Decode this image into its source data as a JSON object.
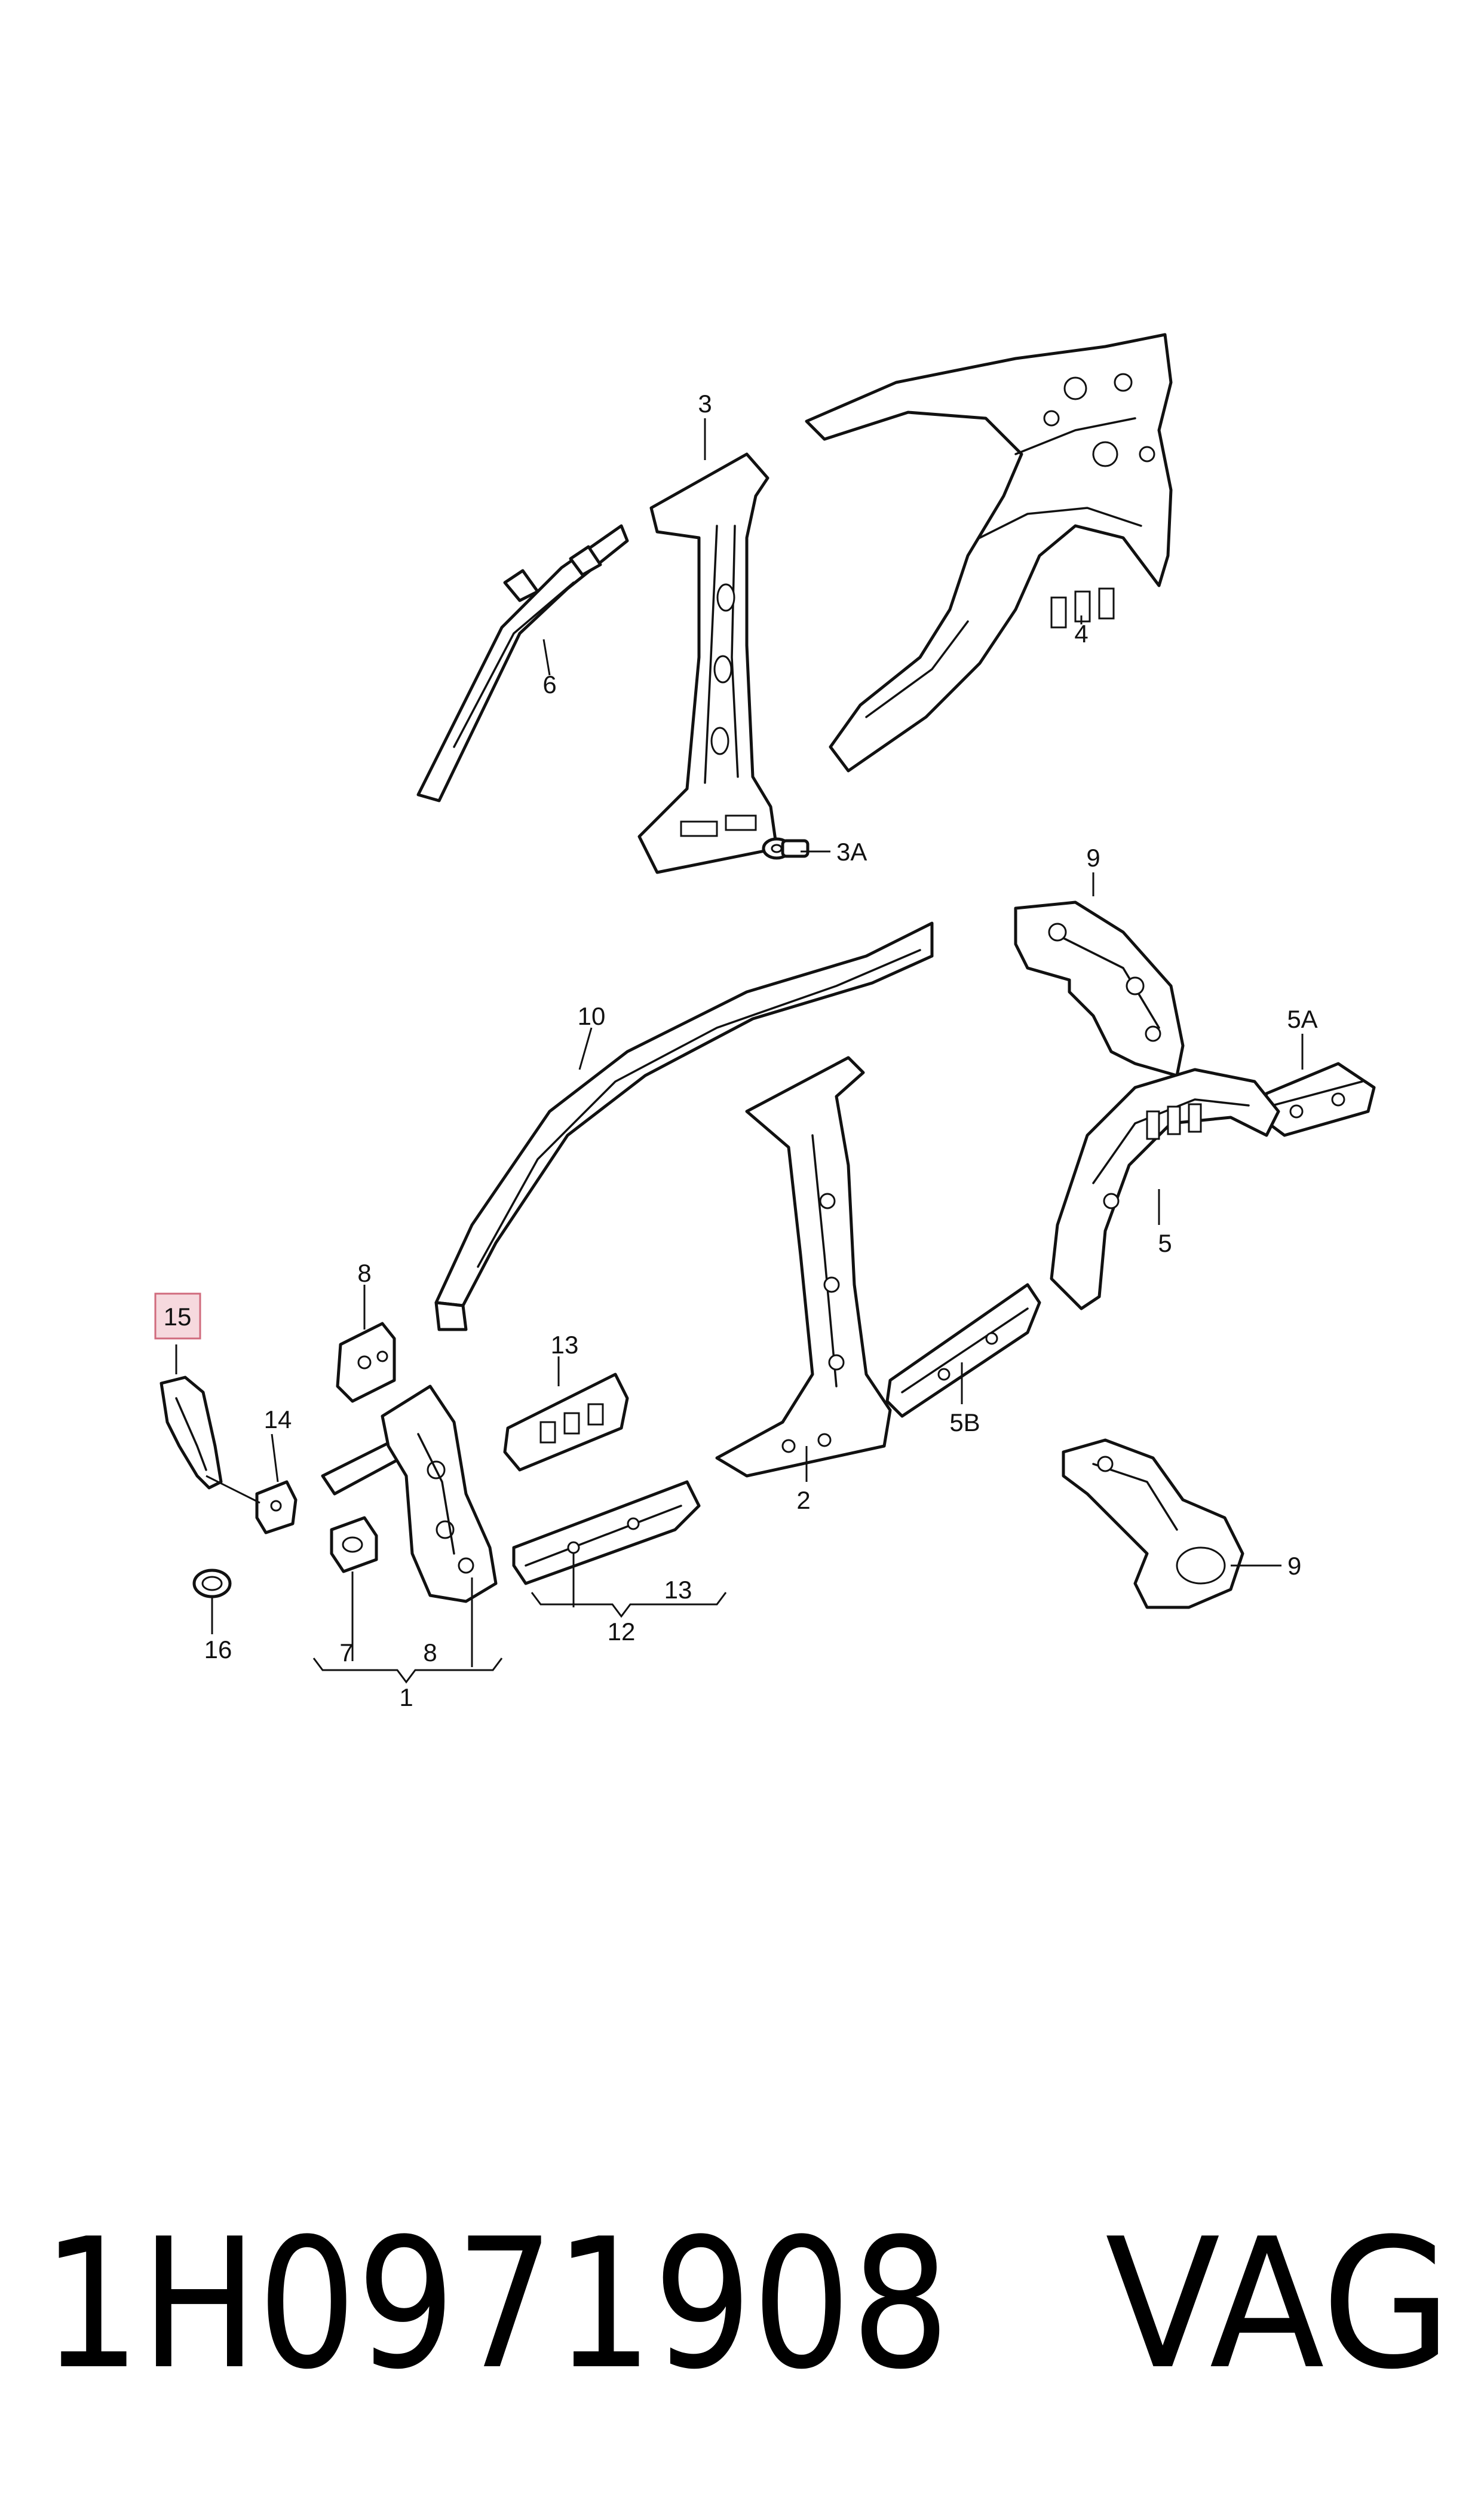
{
  "callouts": {
    "c1": "1",
    "c2": "2",
    "c3": "3",
    "c3a": "3A",
    "c4": "4",
    "c5": "5",
    "c5a": "5A",
    "c5b": "5B",
    "c6": "6",
    "c7": "7",
    "c8_upper": "8",
    "c8_lower": "8",
    "c9_upper": "9",
    "c9_lower": "9",
    "c10": "10",
    "c12": "12",
    "c13_upper": "13",
    "c13_lower": "13",
    "c14": "14",
    "c15": "15",
    "c16": "16"
  },
  "highlight": {
    "label": "15",
    "fill": "#f6d9de",
    "stroke": "#d06b7d"
  },
  "footer": {
    "part_number": "1H0971908",
    "brand": "VAG"
  }
}
